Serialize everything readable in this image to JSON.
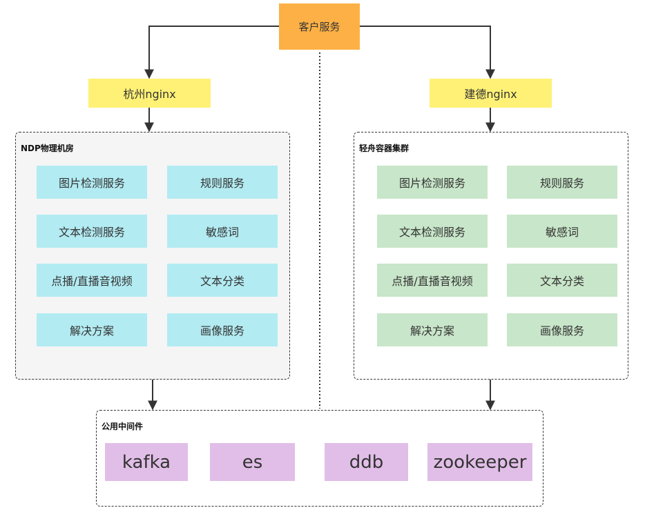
{
  "top_node": {
    "label": "客户服务"
  },
  "nginx": [
    {
      "label": "杭州nginx"
    },
    {
      "label": "建德nginx"
    }
  ],
  "groups": [
    {
      "title": "NDP物理机房",
      "fill": "#b2ebf2",
      "services": [
        {
          "label": "图片检测服务"
        },
        {
          "label": "规则服务"
        },
        {
          "label": "文本检测服务"
        },
        {
          "label": "敏感词"
        },
        {
          "label": "点播/直播音视频"
        },
        {
          "label": "文本分类"
        },
        {
          "label": "解决方案"
        },
        {
          "label": "画像服务"
        }
      ]
    },
    {
      "title": "轻舟容器集群",
      "fill": "#c8e6c9",
      "services": [
        {
          "label": "图片检测服务"
        },
        {
          "label": "规则服务"
        },
        {
          "label": "文本检测服务"
        },
        {
          "label": "敏感词"
        },
        {
          "label": "点播/直播音视频"
        },
        {
          "label": "文本分类"
        },
        {
          "label": "解决方案"
        },
        {
          "label": "画像服务"
        }
      ]
    }
  ],
  "middleware": {
    "title": "公用中间件",
    "items": [
      {
        "label": "kafka"
      },
      {
        "label": "es"
      },
      {
        "label": "ddb"
      },
      {
        "label": "zookeeper"
      }
    ]
  },
  "colors": {
    "top_node": "#fdb045",
    "nginx": "#fff176",
    "ndp_group_bg": "#f5f5f5",
    "middleware_item": "#e1bee7",
    "line": "#333333"
  }
}
